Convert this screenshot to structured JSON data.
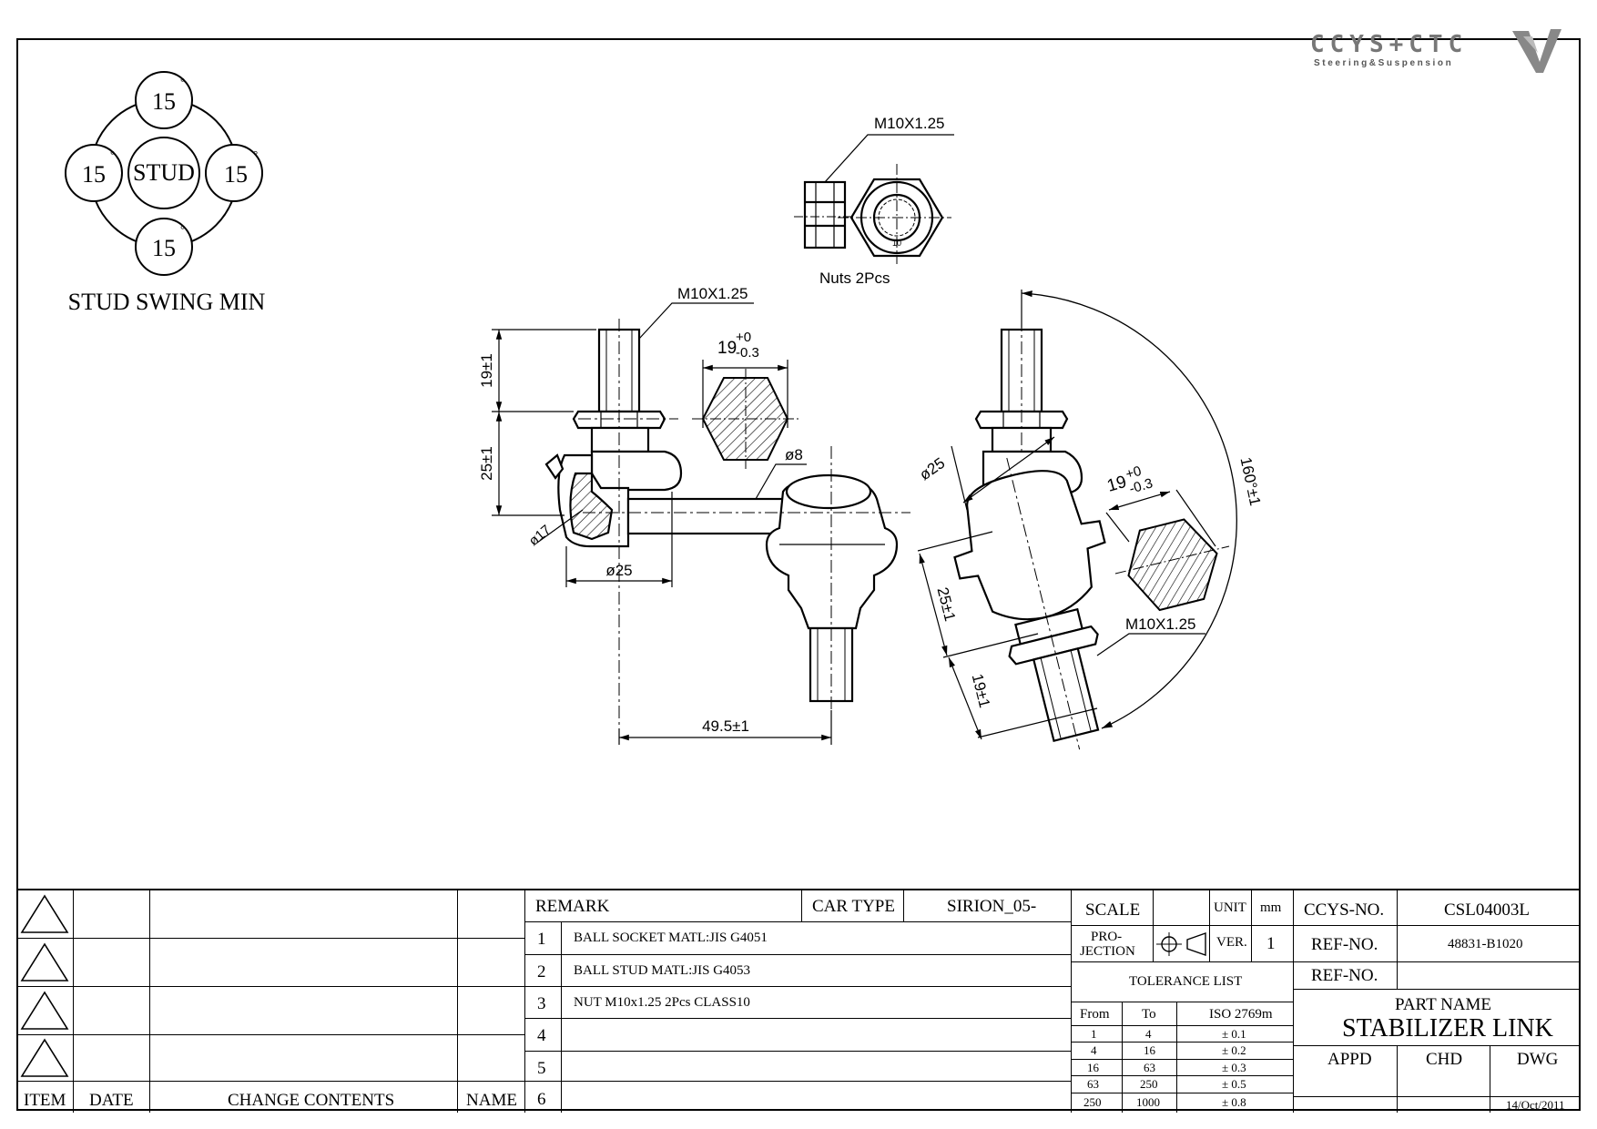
{
  "logo": {
    "brand": "CCYS+CTC",
    "tagline": "Steering&Suspension"
  },
  "swing": {
    "center": "STUD",
    "angles": [
      "15",
      "15",
      "15",
      "15"
    ],
    "degree_mark": "°",
    "caption": "STUD SWING MIN"
  },
  "nut": {
    "thread": "M10X1.25",
    "caption": "Nuts 2Pcs",
    "size_mark": "10"
  },
  "dims": {
    "thread_left": "M10X1.25",
    "thread_right": "M10X1.25",
    "hex_left": "19",
    "hex_right": "19",
    "tol_upper": "+0",
    "tol_lower": "-0.3",
    "stud_len_left": "19±1",
    "body_len_left": "25±1",
    "stud_len_right": "19±1",
    "body_len_right": "25±1",
    "dia_ball": "ø17",
    "dia_body_left": "ø25",
    "dia_body_right": "ø25",
    "dia_rod": "ø8",
    "center_dist": "49.5±1",
    "swing_angle": "160°±1"
  },
  "title_block": {
    "revisions_header": {
      "item": "ITEM",
      "date": "DATE",
      "change": "CHANGE CONTENTS",
      "name": "NAME"
    },
    "remark_label": "REMARK",
    "car_type_label": "CAR TYPE",
    "car_type": "SIRION_05-",
    "remarks": [
      {
        "no": "1",
        "text": "BALL SOCKET MATL:JIS G4051"
      },
      {
        "no": "2",
        "text": "BALL STUD MATL:JIS G4053"
      },
      {
        "no": "3",
        "text": "NUT M10x1.25 2Pcs CLASS10"
      },
      {
        "no": "4",
        "text": ""
      },
      {
        "no": "5",
        "text": ""
      },
      {
        "no": "6",
        "text": ""
      }
    ],
    "scale_label": "SCALE",
    "unit_label": "UNIT",
    "unit": "mm",
    "projection_label_1": "PRO-",
    "projection_label_2": "JECTION",
    "ver_label": "VER.",
    "ver": "1",
    "tolerance_title": "TOLERANCE LIST",
    "tolerance_headers": [
      "From",
      "To",
      "ISO 2769m"
    ],
    "tolerance_rows": [
      [
        "1",
        "4",
        "± 0.1"
      ],
      [
        "4",
        "16",
        "± 0.2"
      ],
      [
        "16",
        "63",
        "± 0.3"
      ],
      [
        "63",
        "250",
        "± 0.5"
      ],
      [
        "250",
        "1000",
        "± 0.8"
      ]
    ],
    "ccys_no_label": "CCYS-NO.",
    "ccys_no": "CSL04003L",
    "ref_no_label": "REF-NO.",
    "ref_no": "48831-B1020",
    "ref_no2_label": "REF-NO.",
    "ref_no2": "",
    "part_name_label": "PART NAME",
    "part_name": "STABILIZER LINK",
    "appd_label": "APPD",
    "chd_label": "CHD",
    "dwg_label": "DWG",
    "date": "14/Oct/2011"
  }
}
